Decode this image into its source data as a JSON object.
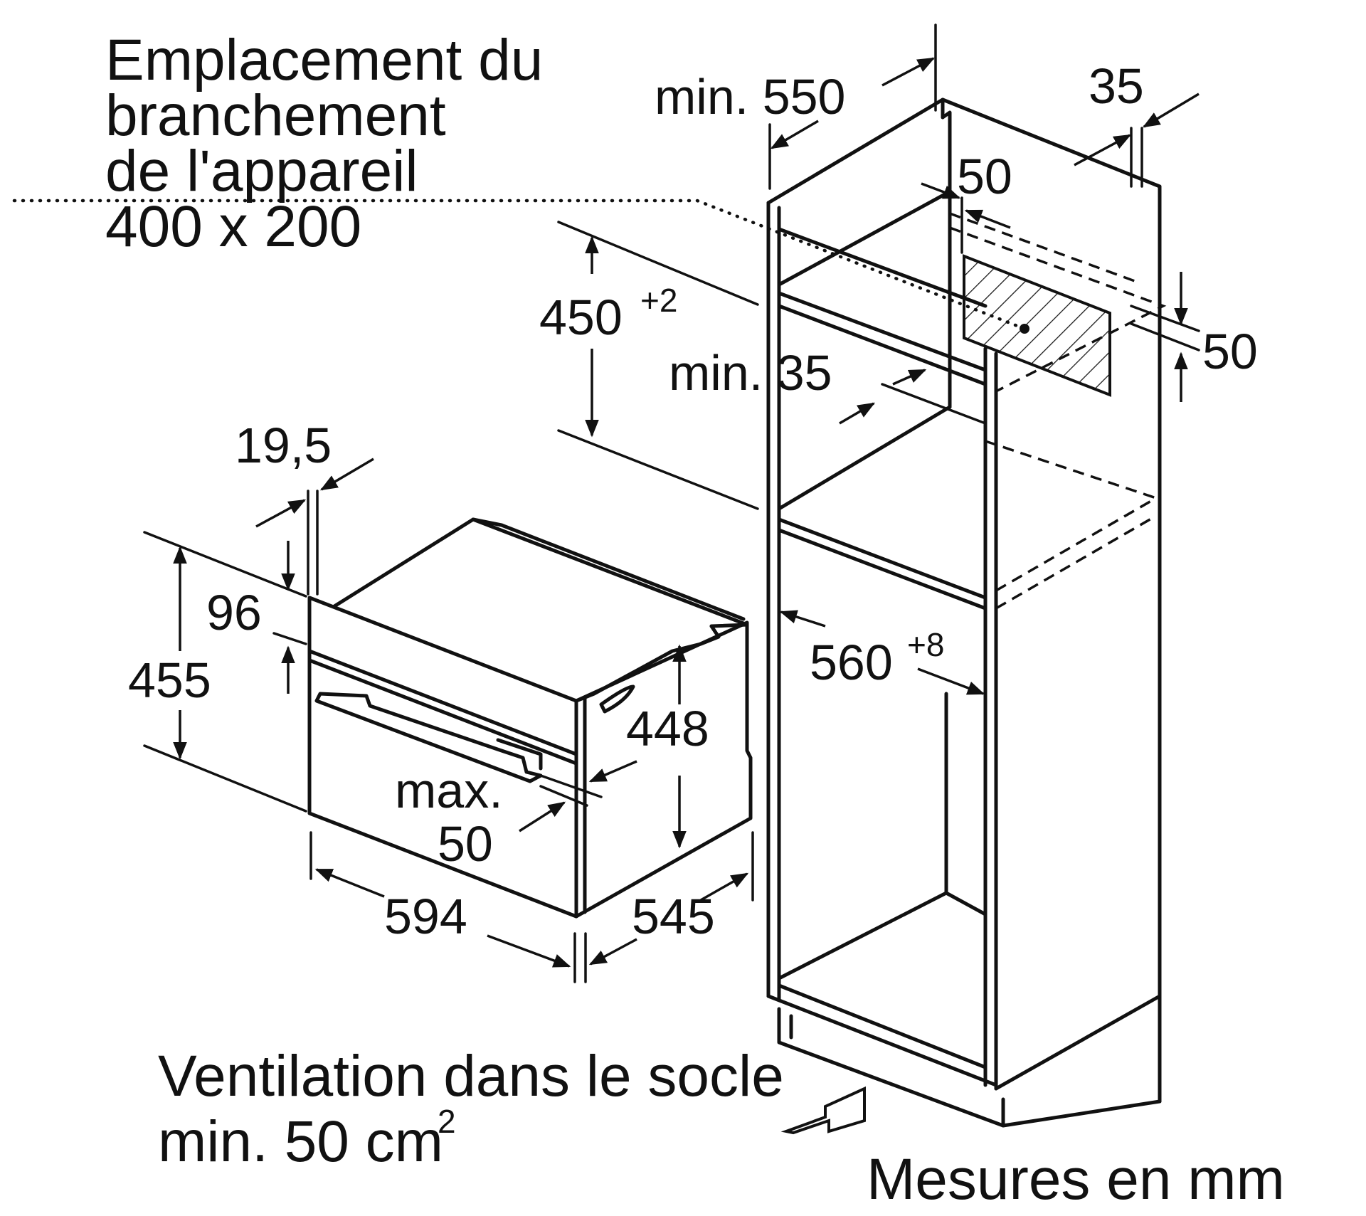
{
  "connection_note": {
    "line1": "Emplacement du",
    "line2": "branchement",
    "line3": "de l'appareil",
    "line4": "400 x 200"
  },
  "dimensions": {
    "cab_depth": "min. 550",
    "top_gap": "35",
    "socket_offset": "50",
    "socket_height": "50",
    "niche_height": "450",
    "niche_height_tol": "+2",
    "rear_gap": "min. 35",
    "niche_width": "560",
    "niche_width_tol": "+8",
    "front_thickness": "19,5",
    "panel_height": "96",
    "total_height": "455",
    "body_height": "448",
    "handle_max_1": "max.",
    "handle_max_2": "50",
    "width": "594",
    "depth": "545"
  },
  "ventilation": {
    "line1": "Ventilation dans le socle",
    "line2": "min. 50 cm",
    "line2_sup": "2"
  },
  "units_note": "Mesures en mm"
}
